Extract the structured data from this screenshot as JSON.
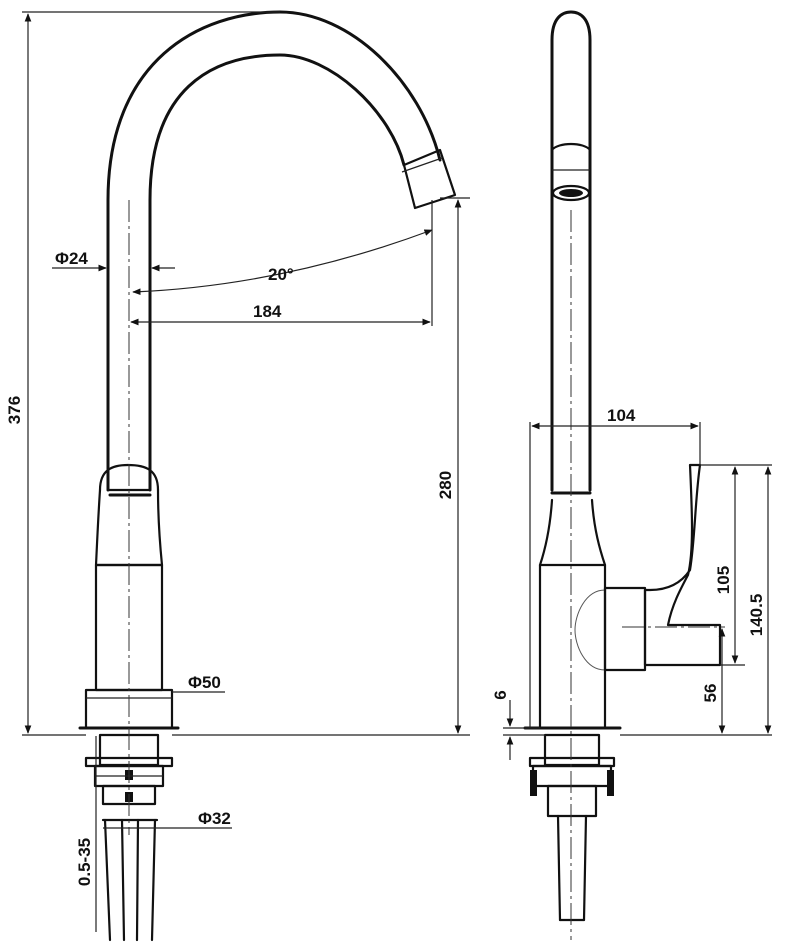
{
  "dimensions": {
    "total_height": "376",
    "spout_height": "280",
    "spout_diameter": "Φ24",
    "spout_reach": "184",
    "swivel_angle": "20°",
    "base_diameter": "Φ50",
    "shank_diameter": "Φ32",
    "deck_thickness": "0.5-35",
    "side_depth": "104",
    "handle_height": "105",
    "handle_total": "140.5",
    "handle_offset": "56",
    "flange_thickness": "6"
  }
}
